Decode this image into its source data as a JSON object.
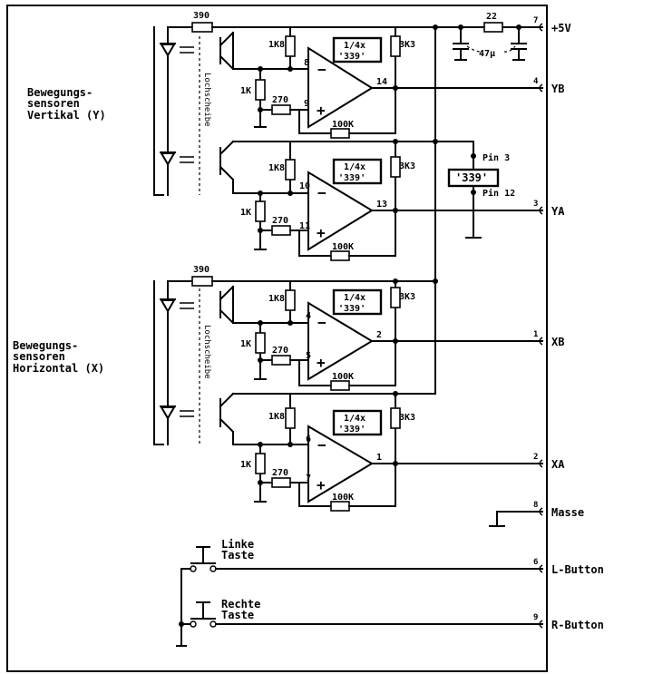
{
  "supply": {
    "label": "+5V",
    "pin": "7",
    "res_22": "22",
    "cap_label": "47µ"
  },
  "groups": {
    "vertical": [
      "Bewegungs-",
      "sensoren",
      "Vertikal (Y)"
    ],
    "horizontal": [
      "Bewegungs-",
      "sensoren",
      "Horizontal (X)"
    ]
  },
  "lochscheibe": "Lochscheibe",
  "res_390": "390",
  "ic_note": {
    "line1": "1/4x",
    "line2": "'339'"
  },
  "stages": [
    {
      "out": "YB",
      "pin": "4",
      "in_minus": "8",
      "in_plus": "9",
      "out_pin": "14",
      "r1": "1K8",
      "r2": "1K",
      "r3": "270",
      "r4": "100K",
      "r5": "3K3"
    },
    {
      "out": "YA",
      "pin": "3",
      "in_minus": "10",
      "in_plus": "11",
      "out_pin": "13",
      "r1": "1K8",
      "r2": "1K",
      "r3": "270",
      "r4": "100K",
      "r5": "3K3"
    },
    {
      "out": "XB",
      "pin": "1",
      "in_minus": "4",
      "in_plus": "5",
      "out_pin": "2",
      "r1": "1K8",
      "r2": "1K",
      "r3": "270",
      "r4": "100K",
      "r5": "3K3"
    },
    {
      "out": "XA",
      "pin": "2",
      "in_minus": "6",
      "in_plus": "7",
      "out_pin": "1",
      "r1": "1K8",
      "r2": "1K",
      "r3": "270",
      "r4": "100K",
      "r5": "3K3"
    }
  ],
  "ic339": {
    "label": "'339'",
    "pin3": "Pin 3",
    "pin12": "Pin 12"
  },
  "masse": {
    "label": "Masse",
    "pin": "8"
  },
  "buttons": [
    {
      "line1": "Linke",
      "line2": "Taste",
      "out": "L-Button",
      "pin": "6"
    },
    {
      "line1": "Rechte",
      "line2": "Taste",
      "out": "R-Button",
      "pin": "9"
    }
  ],
  "signs": {
    "minus": "−",
    "plus": "+"
  }
}
